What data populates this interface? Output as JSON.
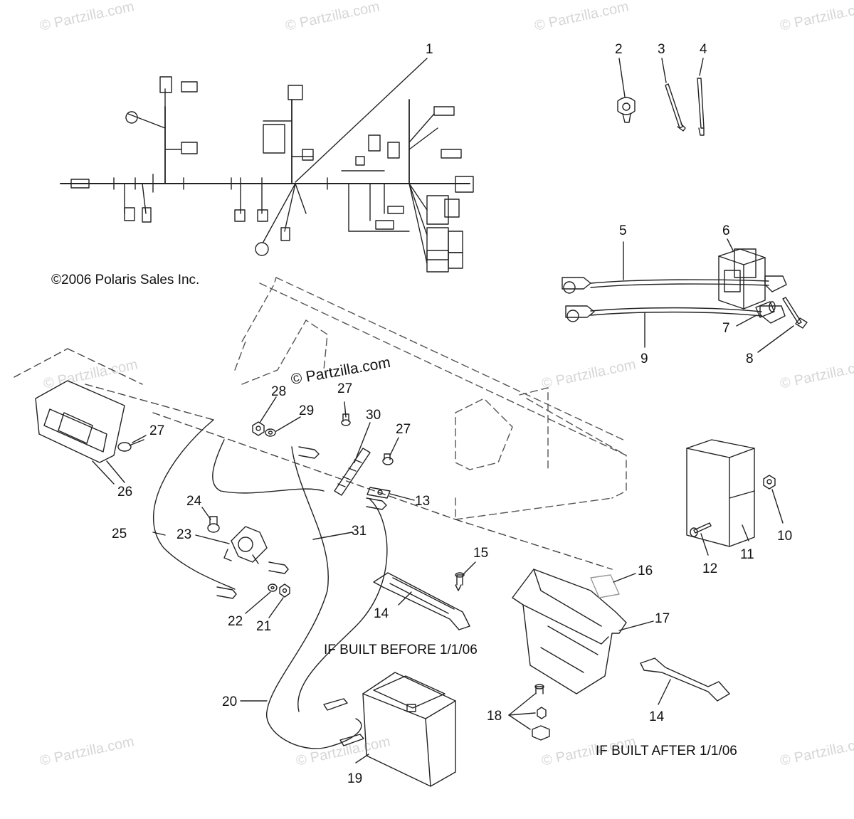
{
  "copyright": "©2006 Polaris Sales Inc.",
  "center_watermark": "© Partzilla.com",
  "watermark_text": "© Partzilla.com",
  "notes": {
    "before": "IF BUILT BEFORE 1/1/06",
    "after": "IF BUILT AFTER 1/1/06"
  },
  "callouts": {
    "c1": "1",
    "c2": "2",
    "c3": "3",
    "c4": "4",
    "c5": "5",
    "c6": "6",
    "c7": "7",
    "c8": "8",
    "c9": "9",
    "c10": "10",
    "c11": "11",
    "c12": "12",
    "c13": "13",
    "c14a": "14",
    "c14b": "14",
    "c15": "15",
    "c16": "16",
    "c17": "17",
    "c18": "18",
    "c19": "19",
    "c20": "20",
    "c21": "21",
    "c22": "22",
    "c23": "23",
    "c24": "24",
    "c25": "25",
    "c26": "26",
    "c27a": "27",
    "c27b": "27",
    "c27c": "27",
    "c28": "28",
    "c29": "29",
    "c30": "30",
    "c31": "31"
  }
}
